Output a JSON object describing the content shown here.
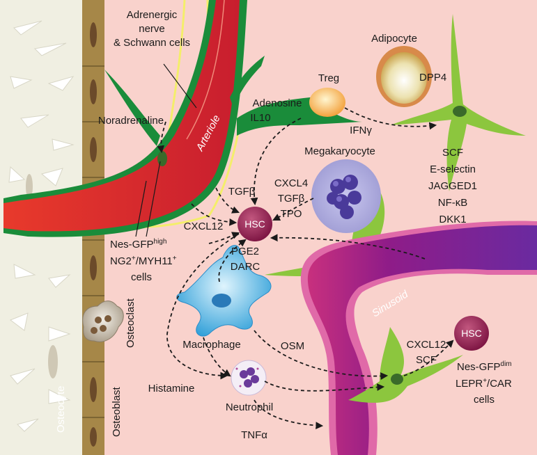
{
  "colors": {
    "background": "#f9d2cc",
    "bone": "#f0efe2",
    "osteoblast": "#a68748",
    "arteriole": "#d8282b",
    "arteriole_sheath": "#1a8c3a",
    "nerve": "#f4ee6a",
    "sinusoid": "#8a1e8c",
    "sinusoid_edge": "#e06aa8",
    "hsc": "#8a1a4a",
    "stromal": "#8cc63e",
    "megakaryocyte": "#a7a5d8",
    "macrophage": "#3aa8dc",
    "treg": "#f4a640",
    "adipocyte": "#c77e3a"
  },
  "labels": {
    "adrenergic": [
      "Adrenergic",
      "nerve",
      "& Schwann cells"
    ],
    "adipocyte": "Adipocyte",
    "dpp4": "DPP4",
    "treg": "Treg",
    "adenosine": "Adenosine",
    "il10": "IL10",
    "ifng": "IFNγ",
    "noradrenaline": "Noradrenaline",
    "arteriole": "Arteriole",
    "megakaryocyte": "Megakaryocyte",
    "mk_factors": [
      "CXCL4",
      "TGFβ",
      "TPO"
    ],
    "tgfb": "TGFβ",
    "niche_factors": [
      "SCF",
      "E-selectin",
      "JAGGED1",
      "NF-κB",
      "DKK1"
    ],
    "hsc": "HSC",
    "cxcl12": "CXCL12",
    "nes_high": {
      "main": "Nes-GFP",
      "sup": "high"
    },
    "ng2_line": {
      "a": "NG2",
      "a_sup": "+",
      "b": "/MYH11",
      "b_sup": "+"
    },
    "cells": "cells",
    "pge2": "PGE2",
    "darc": "DARC",
    "osteoclast": "Osteoclast",
    "osteoblast": "Osteoblast",
    "osteocyte": "Osteocyte",
    "macrophage": "Macrophage",
    "osm": "OSM",
    "sinusoid": "Sinusoid",
    "hsc2": "HSC",
    "sinusoid_factors": [
      "CXCL12",
      "SCF"
    ],
    "nes_dim": {
      "main": "Nes-GFP",
      "sup": "dim"
    },
    "lepr_line": {
      "a": "LEPR",
      "a_sup": "+",
      "b": "/CAR"
    },
    "cells2": "cells",
    "histamine": "Histamine",
    "neutrophil": "Neutrophil",
    "tnfa": "TNFα"
  }
}
